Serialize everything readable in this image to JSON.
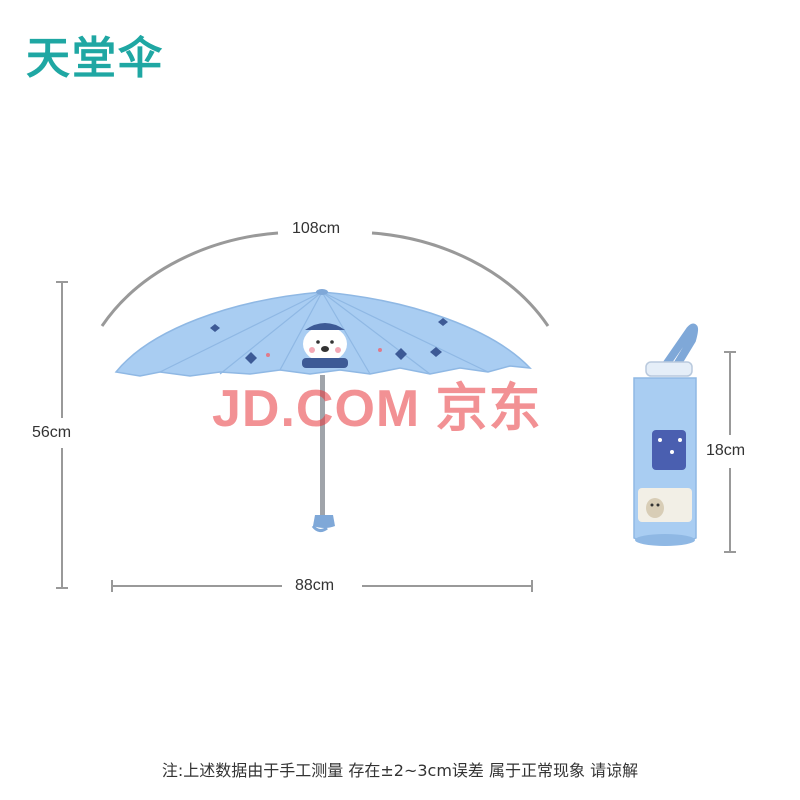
{
  "brand": {
    "logo_text": "天堂伞"
  },
  "dimensions": {
    "open_span": "108cm",
    "open_height": "56cm",
    "open_width": "88cm",
    "folded_length": "18cm"
  },
  "watermark": "JD.COM 京东",
  "footer_note": "注:上述数据由于手工测量 存在±2~3cm误差 属于正常现象  请谅解",
  "colors": {
    "brand_teal": "#1fa7a3",
    "canopy_blue": "#a9cdf2",
    "dimension_line": "#999999",
    "watermark_red": "#e8383d"
  }
}
